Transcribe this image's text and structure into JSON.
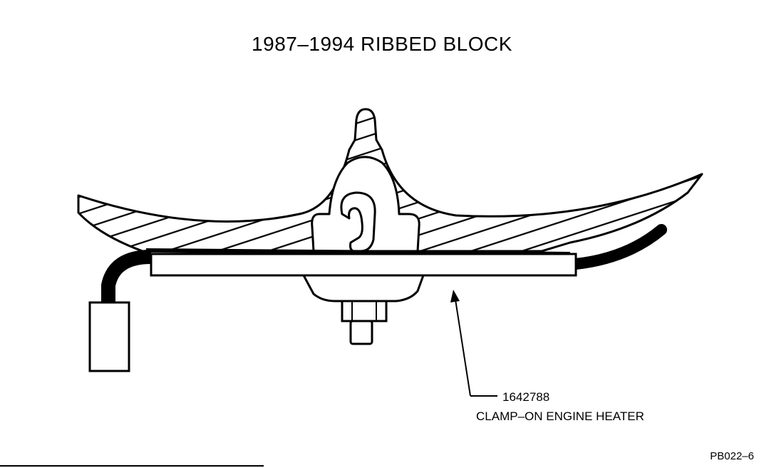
{
  "diagram": {
    "title": "1987–1994 RIBBED BLOCK",
    "part_number": "1642788",
    "part_description": "CLAMP–ON ENGINE HEATER",
    "figure_ref": "PB022–6"
  }
}
